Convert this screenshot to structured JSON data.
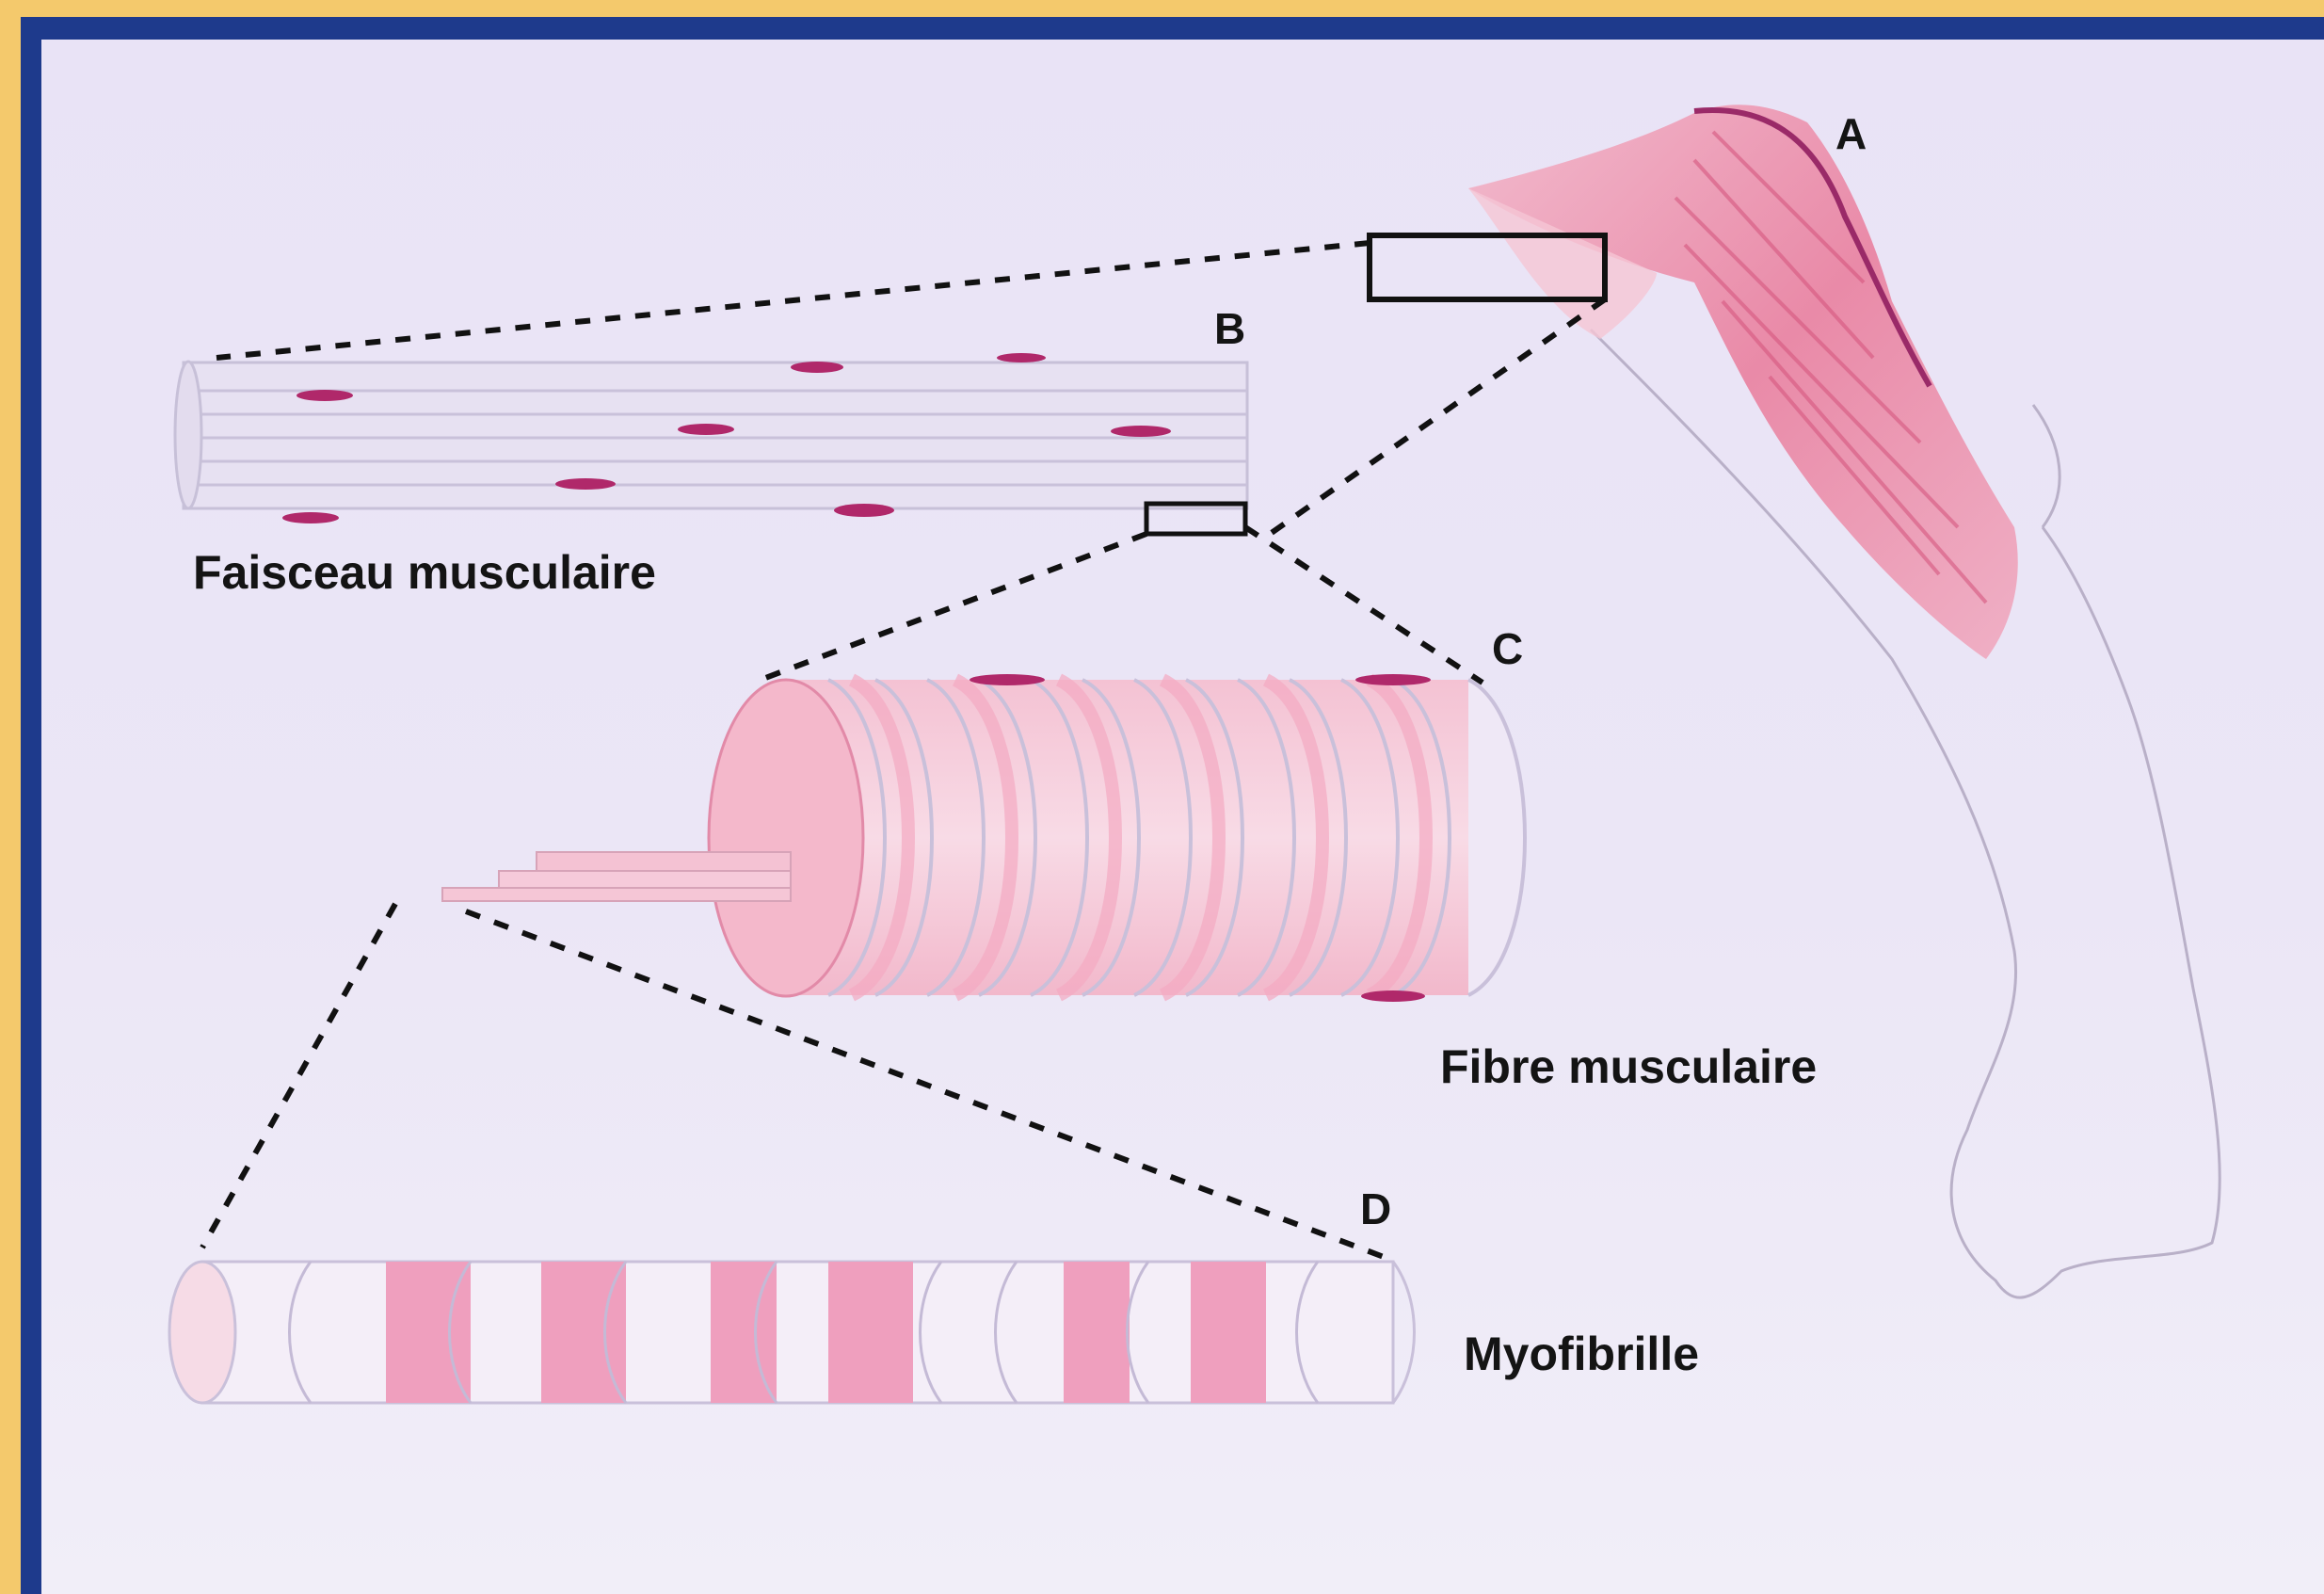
{
  "labels": {
    "a": "A",
    "b": "B",
    "c": "C",
    "d": "D",
    "fascicle": "Faisceau musculaire",
    "fiber": "Fibre musculaire",
    "myofibril": "Myofibrille"
  },
  "colors": {
    "frame_gold": "#f4c96c",
    "frame_blue": "#1e3a8c",
    "background": "#ece6f5",
    "muscle_pink": "#e98aa8",
    "band_pink": "#ef9fbe",
    "nucleus": "#b0286a",
    "line": "#1a1a1a"
  }
}
